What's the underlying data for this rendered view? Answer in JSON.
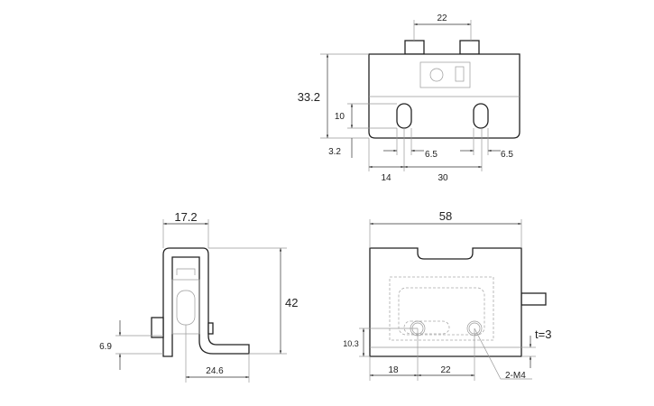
{
  "drawing": {
    "top_view": {
      "knob_spacing": "22",
      "height": "33.2",
      "slot_length": "10",
      "slot_offset": "3.2",
      "slot_width_left": "6.5",
      "slot_width_right": "6.5",
      "first_slot": "14",
      "slot_spacing": "30"
    },
    "side_view": {
      "width": "17.2",
      "height": "42",
      "knob_height": "6.9",
      "foot_length": "24.6"
    },
    "front_view": {
      "width": "58",
      "hole_height": "10.3",
      "thickness": "t=3",
      "first_hole": "18",
      "hole_spacing": "22",
      "hole_note": "2-M4"
    }
  }
}
